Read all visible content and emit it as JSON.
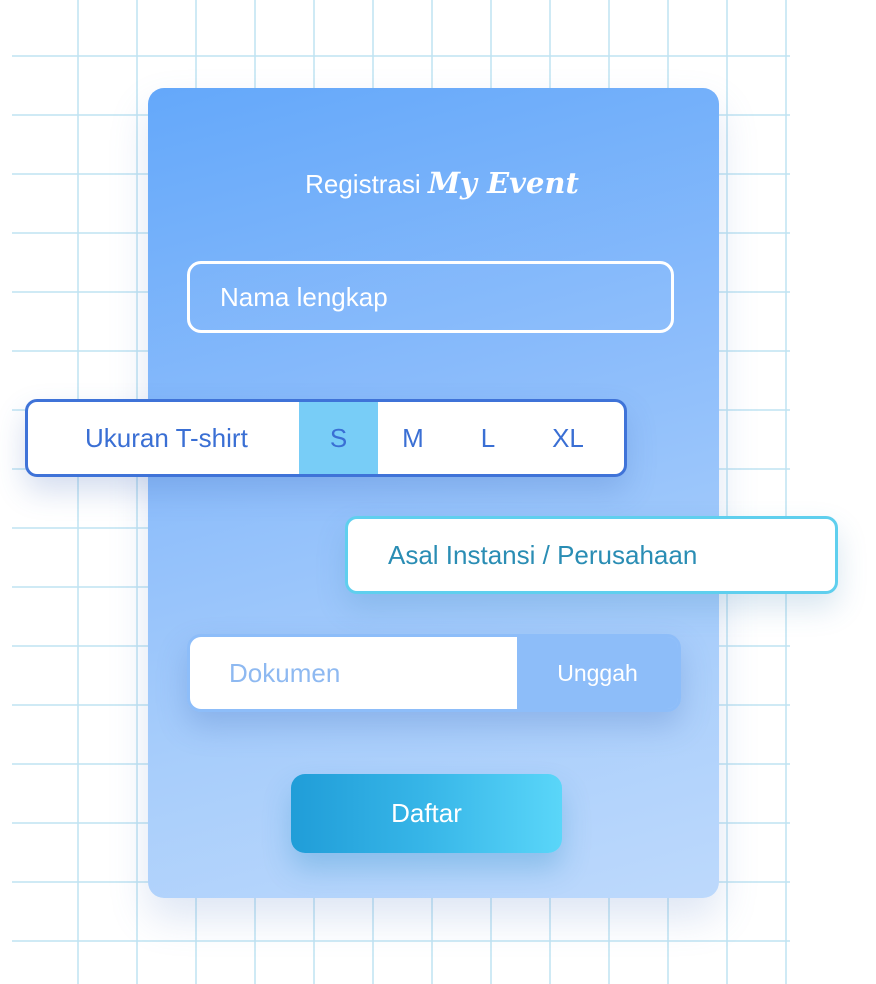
{
  "form": {
    "title_prefix": "Registrasi",
    "title_brand": "My Event",
    "name_placeholder": "Nama lengkap",
    "tshirt": {
      "label": "Ukuran T-shirt",
      "options": [
        "S",
        "M",
        "L",
        "XL"
      ],
      "selected": "S"
    },
    "company_placeholder": "Asal Instansi / Perusahaan",
    "document_placeholder": "Dokumen",
    "upload_label": "Unggah",
    "submit_label": "Daftar"
  },
  "colors": {
    "card_gradient_top": "#64a8fa",
    "card_gradient_bottom": "#bdd9fc",
    "picker_border": "#3f73d8",
    "selected_option": "#78cdf7",
    "company_border": "#5fcfee",
    "upload_button": "#8dbdf9",
    "submit_gradient_start": "#209dd8",
    "submit_gradient_end": "#5ad6f9",
    "grid_line": "#bfe3f2"
  }
}
